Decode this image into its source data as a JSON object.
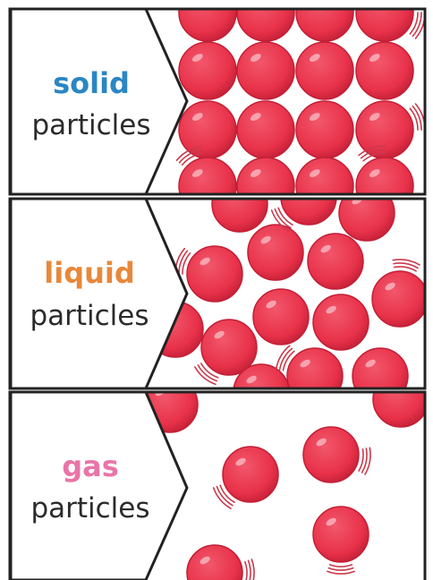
{
  "colors": {
    "outline": "#222222",
    "particle_fill": "#e8324a",
    "particle_shadow": "#c21f36",
    "particle_highlight": "#f7a3ae",
    "motion_lines": "#c93a4c"
  },
  "cards": [
    {
      "state": "solid",
      "label_line2": "particles",
      "state_color": "#2a86c4",
      "arrangement": "closely packed in regular rows, vibrating in place"
    },
    {
      "state": "liquid",
      "label_line2": "particles",
      "state_color": "#e8883a",
      "arrangement": "close together, randomly arranged, able to move past each other"
    },
    {
      "state": "gas",
      "label_line2": "particles",
      "state_color": "#e975a8",
      "arrangement": "far apart, moving freely in all directions"
    }
  ]
}
